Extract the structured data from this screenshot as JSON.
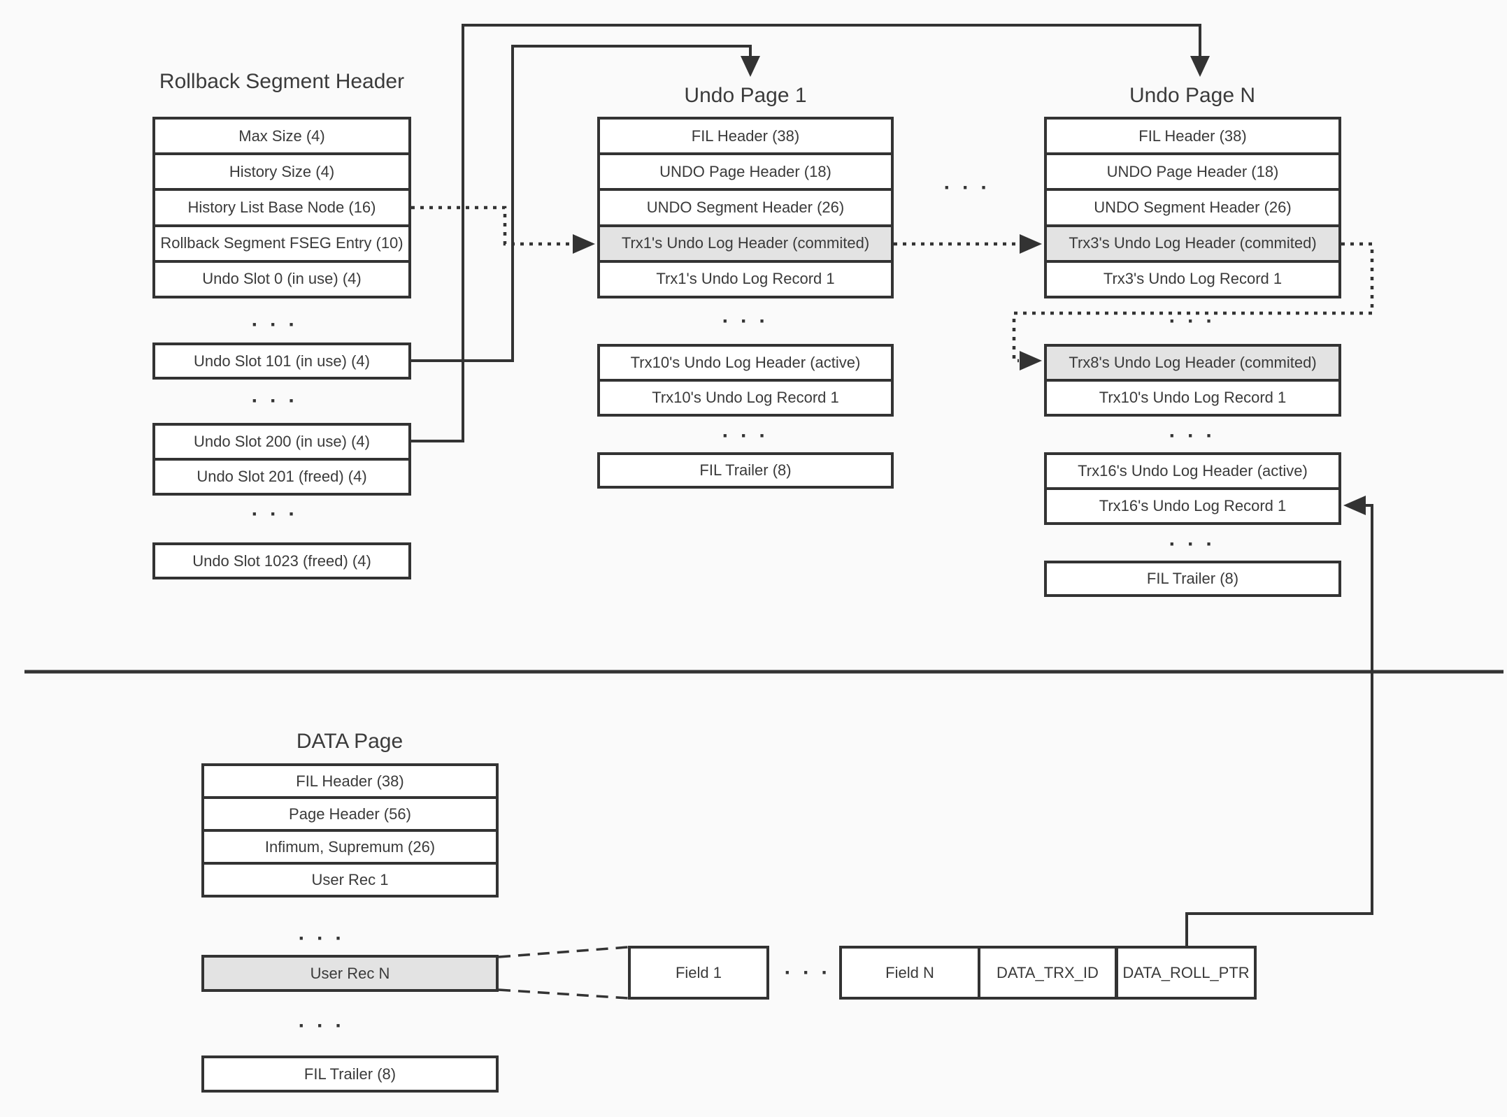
{
  "ellipsis": "· · ·",
  "colors": {
    "background": "#fafafa",
    "box_fill": "#ffffff",
    "highlight_fill": "#e3e3e3",
    "line": "#333333",
    "text": "#3a3a3a"
  },
  "rollback": {
    "title": "Rollback Segment Header",
    "rows": [
      "Max Size (4)",
      "History Size (4)",
      "History List Base Node (16)",
      "Rollback Segment FSEG Entry (10)",
      "Undo Slot 0 (in use) (4)"
    ],
    "slot101": "Undo Slot 101 (in use) (4)",
    "slot200": "Undo Slot 200 (in use) (4)",
    "slot201": "Undo Slot 201 (freed) (4)",
    "slot1023": "Undo Slot 1023 (freed) (4)"
  },
  "undoPage1": {
    "title": "Undo Page 1",
    "rows": [
      "FIL Header (38)",
      "UNDO Page Header (18)",
      "UNDO Segment Header (26)",
      "Trx1's Undo Log Header (commited)",
      "Trx1's Undo Log Record 1"
    ],
    "mid": [
      "Trx10's Undo Log Header (active)",
      "Trx10's Undo Log Record 1"
    ],
    "trailer": "FIL Trailer (8)"
  },
  "undoPageN": {
    "title": "Undo Page N",
    "rows": [
      "FIL Header (38)",
      "UNDO Page Header (18)",
      "UNDO Segment Header (26)",
      "Trx3's Undo Log Header (commited)",
      "Trx3's Undo Log Record 1"
    ],
    "mid": [
      "Trx8's Undo Log Header (commited)",
      "Trx10's Undo Log Record 1"
    ],
    "low": [
      "Trx16's Undo Log Header (active)",
      "Trx16's Undo Log Record 1"
    ],
    "trailer": "FIL Trailer (8)"
  },
  "dataPage": {
    "title": "DATA Page",
    "rows": [
      "FIL Header (38)",
      "Page Header (56)",
      "Infimum, Supremum (26)",
      "User Rec 1"
    ],
    "userRecN": "User Rec N",
    "trailer": "FIL Trailer (8)"
  },
  "fields": {
    "field1": "Field 1",
    "fieldN": "Field N",
    "trxId": "DATA_TRX_ID",
    "rollPtr": "DATA_ROLL_PTR"
  }
}
